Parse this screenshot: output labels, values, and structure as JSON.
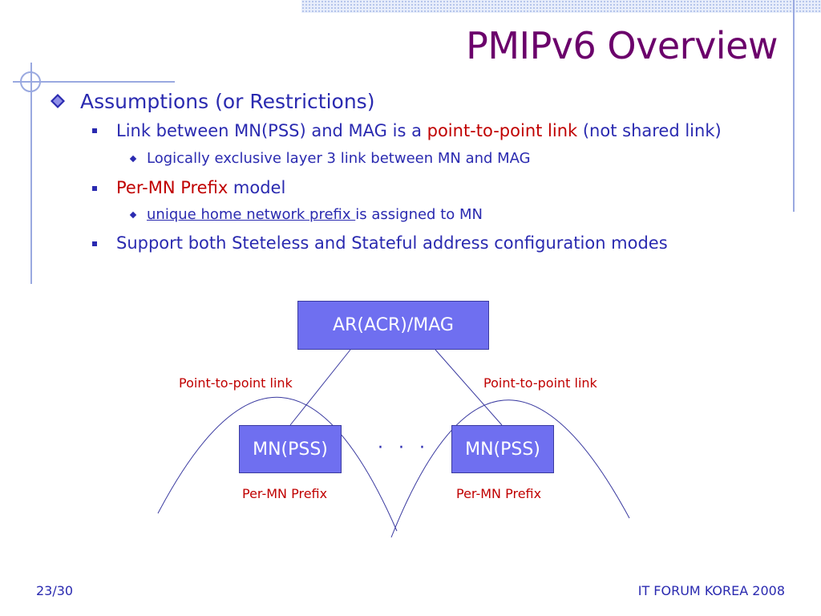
{
  "slide": {
    "title": "PMIPv6 Overview",
    "page_number": "23/30",
    "footer": "IT FORUM KOREA 2008"
  },
  "bullets": {
    "b1": "Assumptions (or Restrictions)",
    "b1_1_pre": "Link between MN(PSS) and MAG is a ",
    "b1_1_red": "point-to-point link",
    "b1_1_post": " (not shared link)",
    "b1_1_1": "Logically exclusive layer 3 link between MN and MAG",
    "b1_2_red": "Per-MN Prefix",
    "b1_2_post": " model",
    "b1_2_1_link": "unique home network prefix ",
    "b1_2_1_post": "is assigned to MN",
    "b1_3": "Support both Steteless and Stateful address configuration modes"
  },
  "diagram": {
    "mag": "AR(ACR)/MAG",
    "mn_left": "MN(PSS)",
    "mn_right": "MN(PSS)",
    "ellipsis": "· · ·",
    "link_left": "Point-to-point link",
    "link_right": "Point-to-point link",
    "prefix_left": "Per-MN Prefix",
    "prefix_right": "Per-MN Prefix"
  },
  "colors": {
    "title": "#6b006b",
    "body_text": "#2a2ab0",
    "highlight": "#c00000",
    "node_fill": "#6f6ff0"
  }
}
